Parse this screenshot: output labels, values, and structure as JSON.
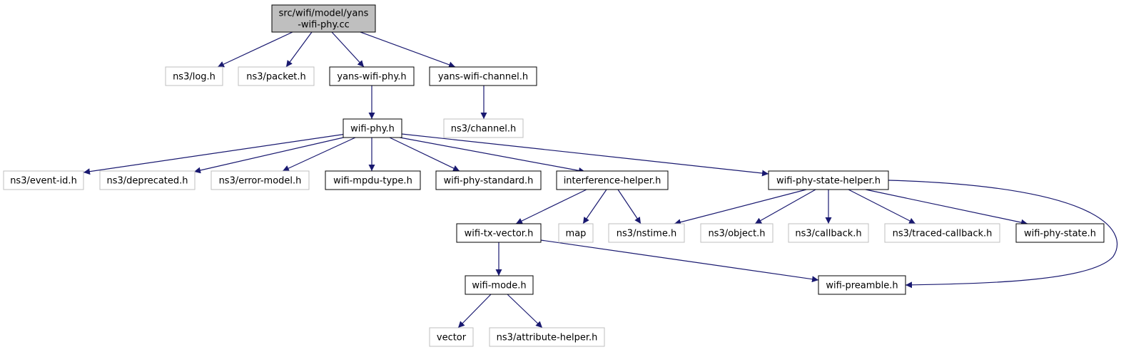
{
  "nodes": [
    {
      "id": "root",
      "lines": [
        "src/wifi/model/yans",
        "-wifi-phy.cc"
      ],
      "kind": "root"
    },
    {
      "id": "log",
      "lines": [
        "ns3/log.h"
      ],
      "kind": "external"
    },
    {
      "id": "packet",
      "lines": [
        "ns3/packet.h"
      ],
      "kind": "external"
    },
    {
      "id": "yansphy",
      "lines": [
        "yans-wifi-phy.h"
      ],
      "kind": "file"
    },
    {
      "id": "yanschan",
      "lines": [
        "yans-wifi-channel.h"
      ],
      "kind": "file"
    },
    {
      "id": "wifiphy",
      "lines": [
        "wifi-phy.h"
      ],
      "kind": "file"
    },
    {
      "id": "channel",
      "lines": [
        "ns3/channel.h"
      ],
      "kind": "external"
    },
    {
      "id": "eventid",
      "lines": [
        "ns3/event-id.h"
      ],
      "kind": "external"
    },
    {
      "id": "deprecated",
      "lines": [
        "ns3/deprecated.h"
      ],
      "kind": "external"
    },
    {
      "id": "errormodel",
      "lines": [
        "ns3/error-model.h"
      ],
      "kind": "external"
    },
    {
      "id": "mpdutype",
      "lines": [
        "wifi-mpdu-type.h"
      ],
      "kind": "file"
    },
    {
      "id": "phystd",
      "lines": [
        "wifi-phy-standard.h"
      ],
      "kind": "file"
    },
    {
      "id": "interference",
      "lines": [
        "interference-helper.h"
      ],
      "kind": "file"
    },
    {
      "id": "statehelper",
      "lines": [
        "wifi-phy-state-helper.h"
      ],
      "kind": "file"
    },
    {
      "id": "txvector",
      "lines": [
        "wifi-tx-vector.h"
      ],
      "kind": "file"
    },
    {
      "id": "map",
      "lines": [
        "map"
      ],
      "kind": "external"
    },
    {
      "id": "nstime",
      "lines": [
        "ns3/nstime.h"
      ],
      "kind": "external"
    },
    {
      "id": "object",
      "lines": [
        "ns3/object.h"
      ],
      "kind": "external"
    },
    {
      "id": "callback",
      "lines": [
        "ns3/callback.h"
      ],
      "kind": "external"
    },
    {
      "id": "tracedcb",
      "lines": [
        "ns3/traced-callback.h"
      ],
      "kind": "external"
    },
    {
      "id": "phystate",
      "lines": [
        "wifi-phy-state.h"
      ],
      "kind": "file"
    },
    {
      "id": "wifimode",
      "lines": [
        "wifi-mode.h"
      ],
      "kind": "file"
    },
    {
      "id": "preamble",
      "lines": [
        "wifi-preamble.h"
      ],
      "kind": "file"
    },
    {
      "id": "vector",
      "lines": [
        "vector"
      ],
      "kind": "external"
    },
    {
      "id": "attrhelper",
      "lines": [
        "ns3/attribute-helper.h"
      ],
      "kind": "external"
    }
  ],
  "edges": [
    [
      "root",
      "log"
    ],
    [
      "root",
      "packet"
    ],
    [
      "root",
      "yansphy"
    ],
    [
      "root",
      "yanschan"
    ],
    [
      "yansphy",
      "wifiphy"
    ],
    [
      "yanschan",
      "channel"
    ],
    [
      "wifiphy",
      "eventid"
    ],
    [
      "wifiphy",
      "deprecated"
    ],
    [
      "wifiphy",
      "errormodel"
    ],
    [
      "wifiphy",
      "mpdutype"
    ],
    [
      "wifiphy",
      "phystd"
    ],
    [
      "wifiphy",
      "interference"
    ],
    [
      "wifiphy",
      "statehelper"
    ],
    [
      "interference",
      "txvector"
    ],
    [
      "interference",
      "map"
    ],
    [
      "interference",
      "nstime"
    ],
    [
      "statehelper",
      "nstime"
    ],
    [
      "statehelper",
      "object"
    ],
    [
      "statehelper",
      "callback"
    ],
    [
      "statehelper",
      "tracedcb"
    ],
    [
      "statehelper",
      "phystate"
    ],
    [
      "statehelper",
      "preamble"
    ],
    [
      "txvector",
      "wifimode"
    ],
    [
      "txvector",
      "preamble"
    ],
    [
      "wifimode",
      "vector"
    ],
    [
      "wifimode",
      "attrhelper"
    ]
  ],
  "colors": {
    "edge": "#191970",
    "root_fill": "#bfbfbf",
    "file_border": "#000000",
    "external_border": "#bfbfbf",
    "text": "#000000"
  }
}
